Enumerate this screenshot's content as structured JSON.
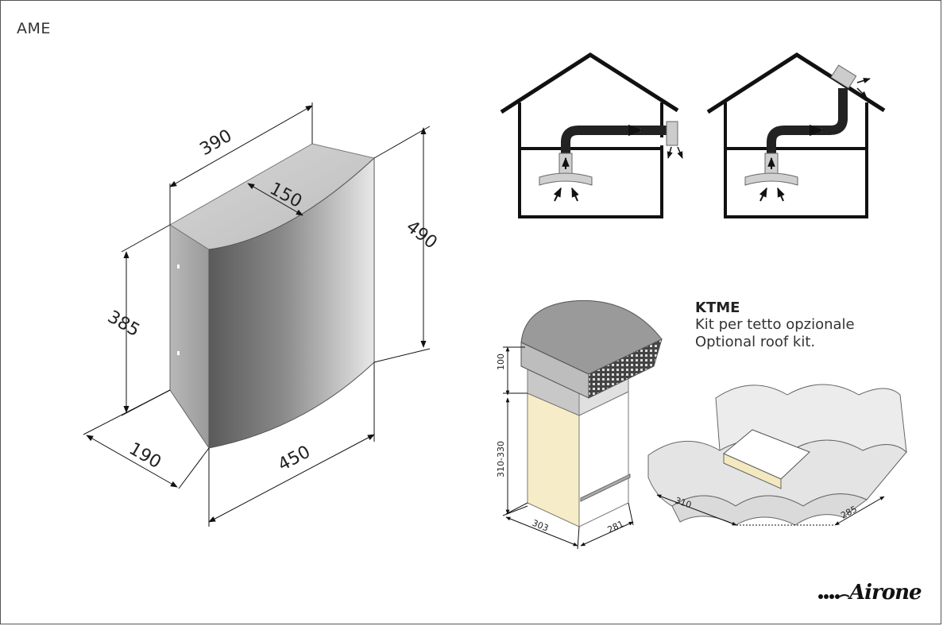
{
  "model_code": "AME",
  "hood_dimensions": {
    "width_top": "390",
    "depth_top": "150",
    "height_back": "490",
    "height_side": "385",
    "depth_bottom": "190",
    "width_bottom": "450"
  },
  "roof_kit": {
    "code": "KTME",
    "line_it": "Kit per tetto opzionale",
    "line_en": "Optional roof kit."
  },
  "roof_kit_dimensions": {
    "cap_height": "100",
    "body_height": "310-330",
    "base_depth": "303",
    "base_width": "281",
    "opening_depth": "310",
    "opening_width": "285"
  },
  "brand": "Airone"
}
